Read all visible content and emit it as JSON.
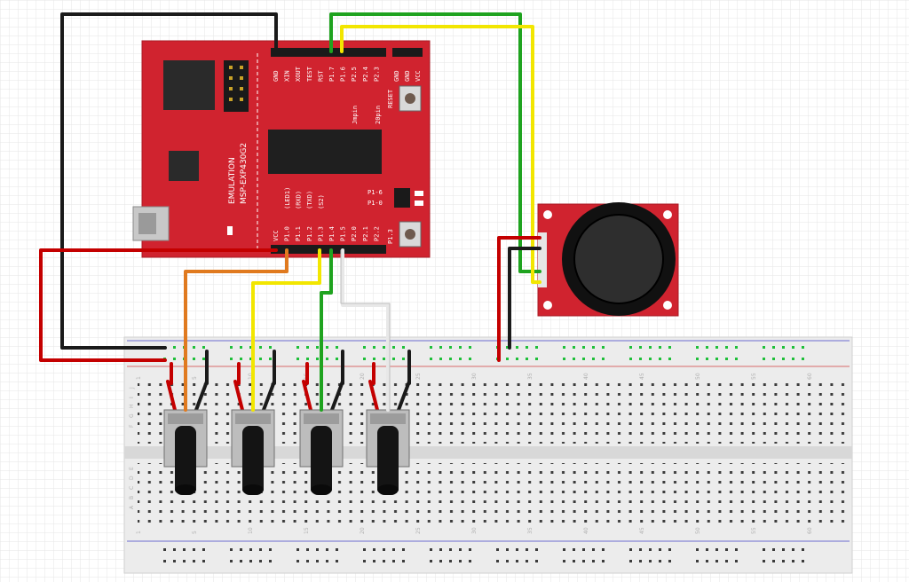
{
  "launchpad": {
    "board_name": "MSP-EXP430G2",
    "emulation_label": "EMULATION",
    "top_pins": [
      "GND",
      "XIN",
      "XOUT",
      "TEST",
      "RST",
      "P1.7",
      "P1.6",
      "P2.5",
      "P2.4",
      "P2.3"
    ],
    "top_right_pins": [
      "GND",
      "GND",
      "VCC"
    ],
    "bottom_pins": [
      "VCC",
      "P1.0",
      "P1.1",
      "P1.2",
      "P1.3",
      "P1.4",
      "P1.5",
      "P2.0",
      "P2.1",
      "P2.2"
    ],
    "bottom_pin_notes": [
      "LED1",
      "RXD",
      "TXD",
      "S2"
    ],
    "reset_label": "RESET",
    "button_label": "P1.3",
    "jumper_labels": [
      "P1-6",
      "P1-0"
    ],
    "other_labels": [
      "Jmpin",
      "20pin"
    ]
  },
  "colors": {
    "board_red": "#d0232f",
    "wire_black": "#1a1a1a",
    "wire_red": "#c40000",
    "wire_orange": "#e07a1f",
    "wire_yellow": "#f2e600",
    "wire_green": "#1fa31f",
    "wire_white": "#e8e8e8"
  },
  "breadboard": {
    "column_numbers": [
      "1",
      "5",
      "10",
      "15",
      "20",
      "25",
      "30",
      "35",
      "40",
      "45",
      "50",
      "55",
      "60"
    ],
    "row_letters_top": [
      "J",
      "I",
      "H",
      "G",
      "F"
    ],
    "row_letters_bottom": [
      "E",
      "D",
      "C",
      "B",
      "A"
    ]
  },
  "components": {
    "potentiometers": [
      "pot-1",
      "pot-2",
      "pot-3",
      "pot-4"
    ],
    "joystick": "joystick-module"
  }
}
